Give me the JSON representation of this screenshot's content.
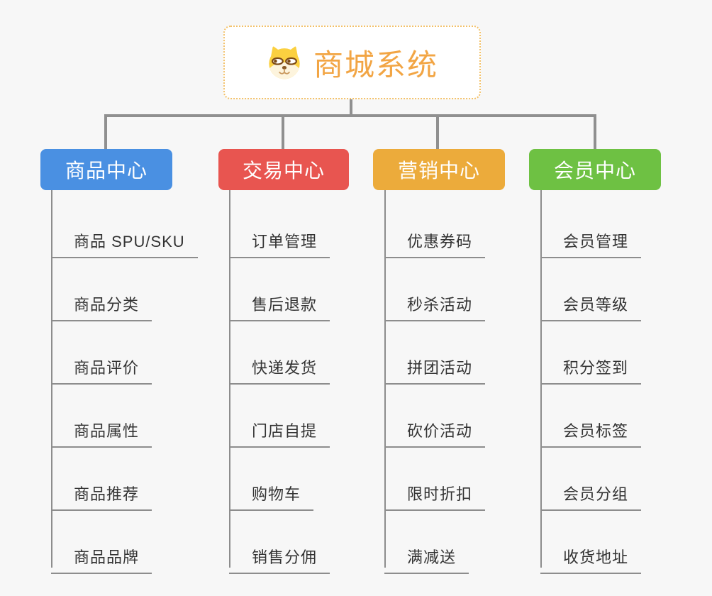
{
  "page": {
    "background_color": "#f7f7f7",
    "connector_color": "#909090",
    "leaf_text_color": "#333333"
  },
  "root": {
    "title": "商城系统",
    "title_color": "#f2a544",
    "border_color": "#f3c169",
    "icon": "shiba-dog-icon"
  },
  "branches": [
    {
      "label": "商品中心",
      "color": "#4a90e2",
      "items": [
        "商品 SPU/SKU",
        "商品分类",
        "商品评价",
        "商品属性",
        "商品推荐",
        "商品品牌"
      ]
    },
    {
      "label": "交易中心",
      "color": "#e85550",
      "items": [
        "订单管理",
        "售后退款",
        "快递发货",
        "门店自提",
        "购物车",
        "销售分佣"
      ]
    },
    {
      "label": "营销中心",
      "color": "#ecab3b",
      "items": [
        "优惠券码",
        "秒杀活动",
        "拼团活动",
        "砍价活动",
        "限时折扣",
        "满减送"
      ]
    },
    {
      "label": "会员中心",
      "color": "#6ec143",
      "items": [
        "会员管理",
        "会员等级",
        "积分签到",
        "会员标签",
        "会员分组",
        "收货地址"
      ]
    }
  ]
}
